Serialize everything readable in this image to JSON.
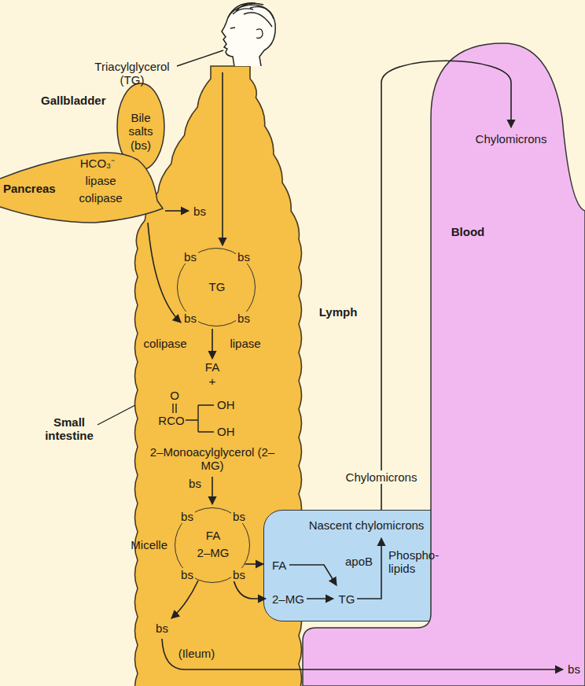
{
  "diagram": {
    "nodes": [
      {
        "text": [
          "Gallbladder",
          "Bile salts (bs)"
        ]
      },
      {
        "text": [
          "Pancreas",
          "HCO₃⁻",
          "lipase",
          "colipase"
        ]
      },
      {
        "text": [
          "bs",
          "bs",
          "TG",
          "bs",
          "bs"
        ]
      },
      {
        "text": [
          "bs",
          "bs",
          "Micelle",
          "FA",
          "2–MG",
          "bs",
          "bs"
        ]
      },
      {
        "text": [
          "Nascent chylomicrons",
          "FA",
          "apoB",
          "Phospho- lipids",
          "2–MG",
          "TG"
        ]
      },
      {
        "text": [
          "Chylomicrons",
          "Blood"
        ]
      }
    ],
    "edges": [
      {
        "from": 3,
        "to": 4,
        "arrow": "to"
      },
      {
        "from": 4,
        "to": 5,
        "arrow": "to",
        "label": "Chylomicrons"
      }
    ],
    "labels": [
      "Triacylglycerol (TG)",
      "bs",
      "Small intestine",
      "colipase",
      "lipase",
      "FA",
      "+",
      "O",
      "RCO",
      "OH",
      "OH",
      "2–Monoacylglycerol (2–MG)",
      "bs",
      "bs",
      "(Ileum)",
      "bs",
      "Lymph"
    ]
  }
}
